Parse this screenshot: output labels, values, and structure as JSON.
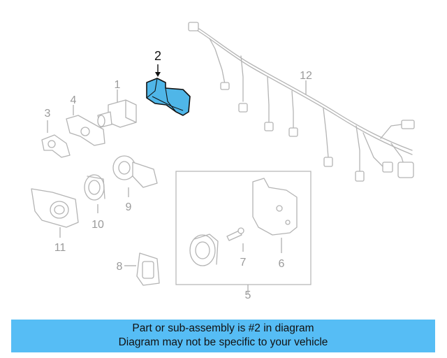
{
  "diagram": {
    "callouts": {
      "c1": "1",
      "c2": "2",
      "c3": "3",
      "c4": "4",
      "c5": "5",
      "c6": "6",
      "c7": "7",
      "c8": "8",
      "c9": "9",
      "c10": "10",
      "c11": "11",
      "c12": "12"
    },
    "highlighted_part": "2",
    "colors": {
      "highlight_fill": "#4fb6e8",
      "highlight_stroke": "#111111",
      "part_stroke": "#b4b4b4",
      "banner_bg": "#56bdf5"
    }
  },
  "banner": {
    "line1": "Part or sub-assembly is #2 in diagram",
    "line2": "Diagram may not be specific to your vehicle"
  }
}
